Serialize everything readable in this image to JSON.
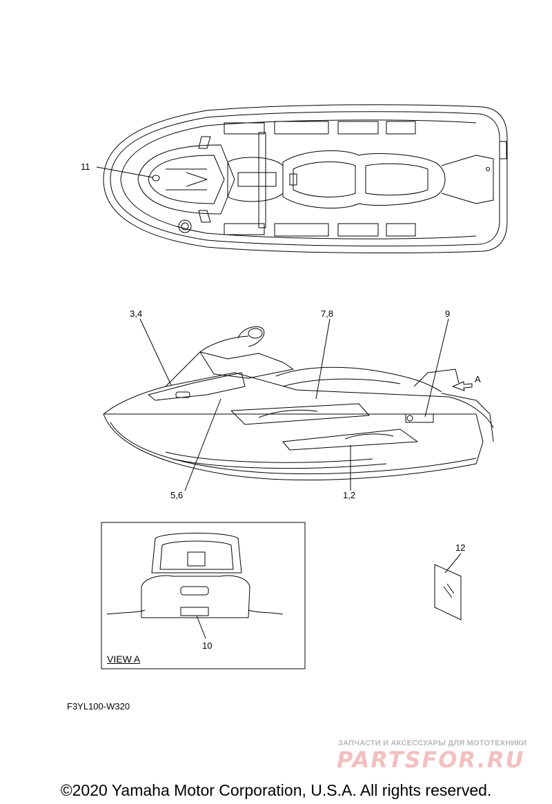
{
  "callouts": {
    "c11": "11",
    "c34": "3,4",
    "c78": "7,8",
    "c9": "9",
    "cA": "A",
    "c56": "5,6",
    "c12": "1,2",
    "c12b": "12",
    "c10": "10"
  },
  "view_label": "VIEW A",
  "figure_code": "F3YL100-W320",
  "watermark": {
    "tagline": "ЗАПЧАСТИ И АКСЕССУАРЫ ДЛЯ МОТОТЕХНИКИ",
    "logo": "PARTSFOR.RU"
  },
  "copyright": "©2020 Yamaha Motor Corporation, U.S.A. All rights reserved."
}
